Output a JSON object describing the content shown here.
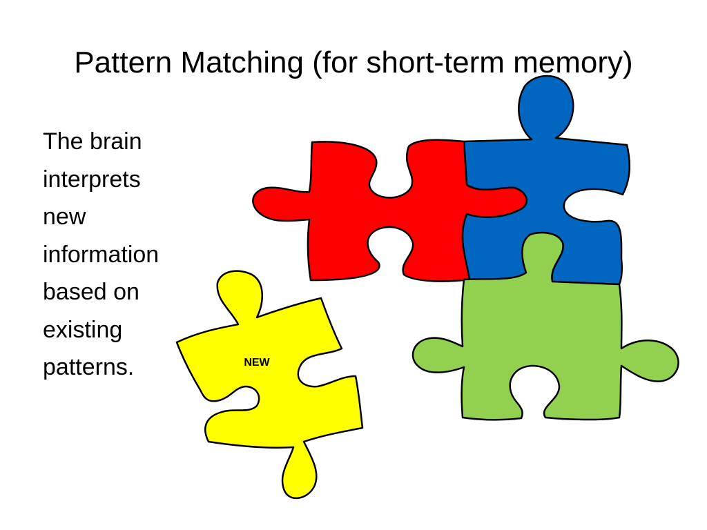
{
  "slide": {
    "title": "Pattern Matching (for short-term memory)",
    "body_lines": [
      "The brain",
      "interprets",
      "new",
      "information",
      "based on",
      "existing",
      "patterns."
    ]
  },
  "puzzle_pieces": [
    {
      "name": "red",
      "color": "#ff0000"
    },
    {
      "name": "blue",
      "color": "#0066c0"
    },
    {
      "name": "green",
      "color": "#92d050"
    },
    {
      "name": "yellow",
      "color": "#ffff00",
      "label": "NEW"
    }
  ]
}
